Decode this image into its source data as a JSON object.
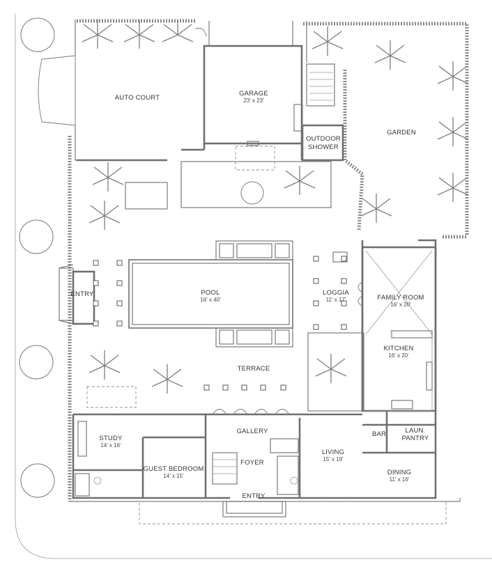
{
  "rooms": {
    "auto_court": {
      "name": "AUTO COURT"
    },
    "garage": {
      "name": "GARAGE",
      "size": "23' x 23'"
    },
    "garden": {
      "name": "GARDEN"
    },
    "outdoor_shower": {
      "line1": "OUTDOOR",
      "line2": "SHOWER"
    },
    "pool": {
      "name": "POOL",
      "size": "16' x 40'"
    },
    "loggia": {
      "name": "LOGGIA",
      "size": "11' x 17'"
    },
    "family_room": {
      "name": "FAMILY ROOM",
      "size": "16' x 20'"
    },
    "side_entry": {
      "name": "ENTRY"
    },
    "kitchen": {
      "name": "KITCHEN",
      "size": "16' x 20'"
    },
    "terrace": {
      "name": "TERRACE"
    },
    "gallery": {
      "name": "GALLERY"
    },
    "study": {
      "name": "STUDY",
      "size": "14' x 16'"
    },
    "guest_bedroom": {
      "name": "GUEST BEDROOM",
      "size": "14' x 15'"
    },
    "foyer": {
      "name": "FOYER"
    },
    "main_entry": {
      "name": "ENTRY"
    },
    "living": {
      "name": "LIVING",
      "size": "15' x 19'"
    },
    "bar": {
      "name": "BAR"
    },
    "laundry_pantry": {
      "line1": "LAUN.",
      "line2": "PANTRY"
    },
    "dining": {
      "name": "DINING",
      "size": "11' x 16'"
    }
  }
}
